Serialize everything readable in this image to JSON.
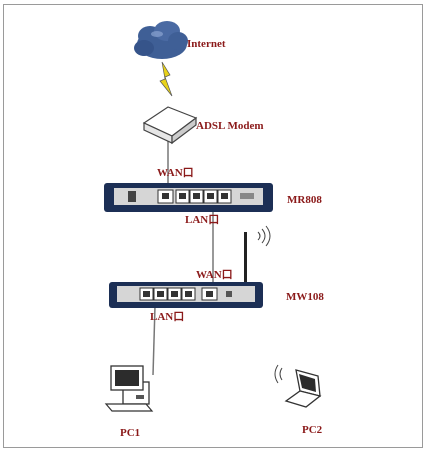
{
  "nodes": {
    "internet": {
      "label": "Internet"
    },
    "modem": {
      "label": "ADSL Modem"
    },
    "router1": {
      "label": "MR808"
    },
    "router2": {
      "label": "MW108"
    },
    "pc1": {
      "label": "PC1"
    },
    "pc2": {
      "label": "PC2"
    }
  },
  "ports": {
    "router1_wan": "WAN口",
    "router1_lan": "LAN口",
    "router2_wan": "WAN口",
    "router2_lan": "LAN口"
  },
  "colors": {
    "label": "#8b1a1a",
    "cloud": "#3f5f96",
    "lightning": "#e8d21a",
    "router_body": "#1c2f55"
  }
}
